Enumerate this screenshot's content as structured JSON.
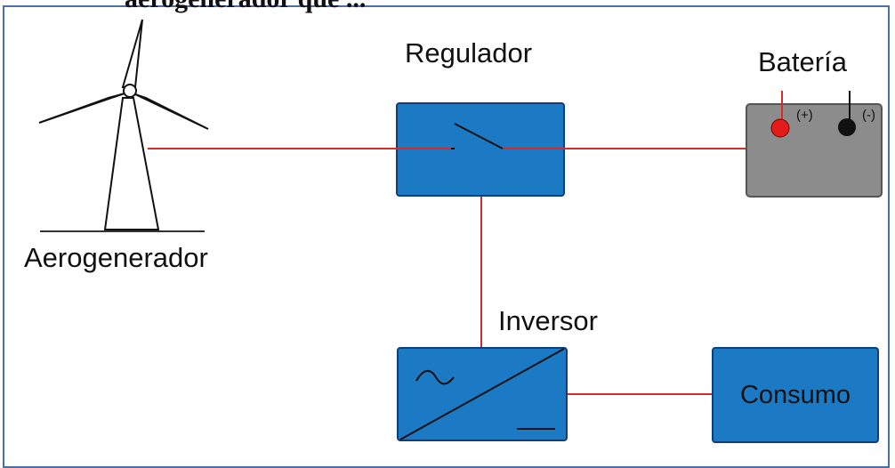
{
  "caption": "aerogenerador que ...",
  "labels": {
    "aerogenerador": "Aerogenerador",
    "regulador": "Regulador",
    "bateria": "Batería",
    "inversor": "Inversor",
    "consumo": "Consumo"
  },
  "battery_terminals": {
    "positive": "(+)",
    "negative": "(-)"
  },
  "colors": {
    "wire": "#d62b2b",
    "component_fill": "#1c79c4",
    "component_border": "#0d3f7a",
    "battery_fill": "#8c8c8c",
    "positive_terminal": "#e31b1b",
    "negative_terminal": "#111111"
  }
}
